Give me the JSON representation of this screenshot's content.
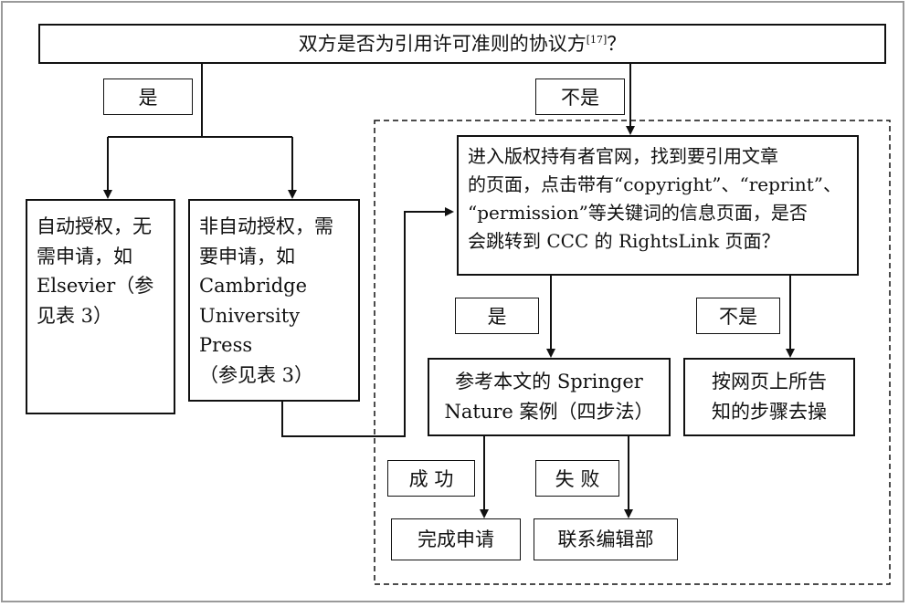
{
  "top": {
    "question": "双方是否为引用许可准则的协议方",
    "ref": "[17]",
    "qmark": "？"
  },
  "labels": {
    "yes_left": "是",
    "no_top": "不是",
    "yes_mid": "是",
    "no_mid": "不是",
    "success": "成 功",
    "fail": "失 败"
  },
  "boxes": {
    "auto": [
      "自动授权，无",
      "需申请，如",
      "Elsevier（参",
      "见表 3）"
    ],
    "nonauto": [
      "非自动授权，需",
      "要申请，如",
      "Cambridge",
      "University Press",
      "（参见表 3）"
    ],
    "visit": [
      "进入版权持有者官网，找到要引用文章",
      "的页面，点击带有“copyright”、“reprint”、",
      "“permission”等关键词的信息页面，是否",
      "会跳转到 CCC 的 RightsLink 页面？"
    ],
    "springer": [
      "参考本文的 Springer",
      "Nature 案例（四步法）"
    ],
    "follow": [
      "按网页上所告",
      "知的步骤去操"
    ],
    "complete": "完成申请",
    "contact": "联系编辑部"
  }
}
